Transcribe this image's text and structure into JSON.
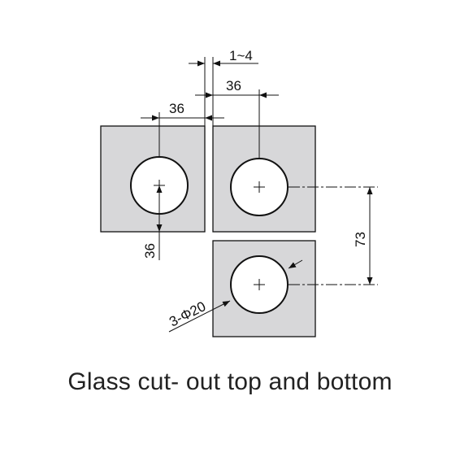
{
  "caption": "Glass cut- out top and bottom",
  "dimensions": {
    "gap": "1~4",
    "offset_right": "36",
    "offset_left": "36",
    "vertical_left": "36",
    "vertical_right": "73",
    "holes": "3-Φ20"
  },
  "colors": {
    "glass_fill": "#d7d7d9",
    "line": "#111111",
    "background": "#ffffff"
  }
}
